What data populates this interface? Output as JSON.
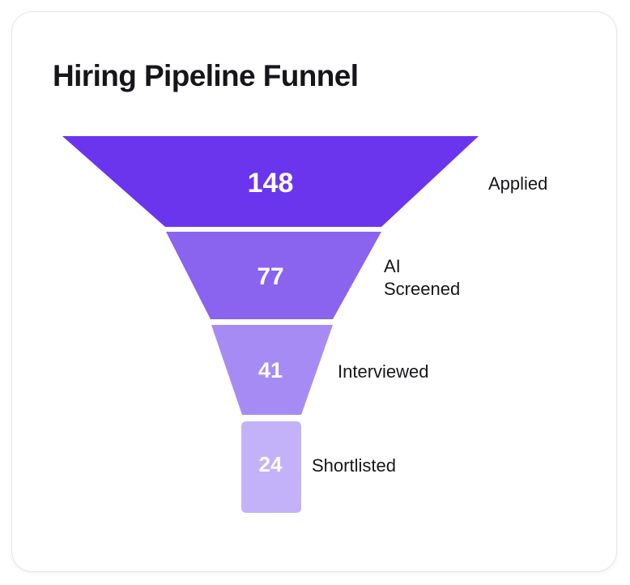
{
  "card": {
    "title": "Hiring Pipeline Funnel",
    "background": "#ffffff",
    "border_color": "#e6e6ec"
  },
  "chart_data": {
    "type": "funnel",
    "title": "Hiring Pipeline Funnel",
    "xlabel": "",
    "ylabel": "",
    "grid": false,
    "legend": "none",
    "labels_position": "right-of-segment",
    "value_label_color": "#ffffff",
    "stage_label_color": "#17171b",
    "categories": [
      "Applied",
      "AI Screened",
      "Interviewed",
      "Shortlisted"
    ],
    "values": [
      148,
      77,
      41,
      24
    ],
    "stages": [
      {
        "label": "Applied",
        "value": 148,
        "value_text": "148",
        "color": "#6b35ee"
      },
      {
        "label": "AI Screened",
        "value": 77,
        "value_text": "77",
        "color": "#8a63ef"
      },
      {
        "label": "Interviewed",
        "value": 41,
        "value_text": "41",
        "color": "#a78bf5"
      },
      {
        "label": "Shortlisted",
        "value": 24,
        "value_text": "24",
        "color": "#c3b2f9"
      }
    ]
  }
}
